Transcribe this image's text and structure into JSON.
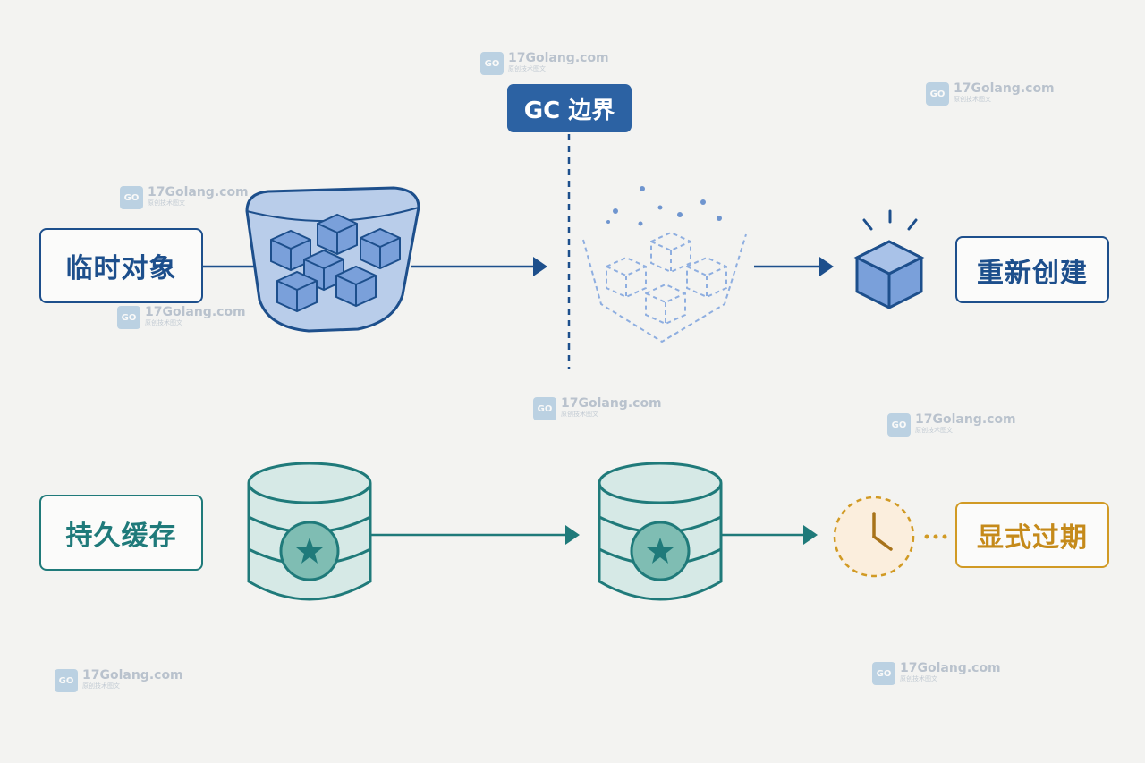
{
  "gc_boundary": {
    "label": "GC 边界"
  },
  "row1": {
    "left_label": "临时对象",
    "right_label": "重新创建"
  },
  "row2": {
    "left_label": "持久缓存",
    "right_label": "显式过期"
  },
  "watermark": {
    "site": "17Golang.com",
    "sub": "原创技术图文"
  },
  "colors": {
    "blue": "#1d4f8c",
    "light_blue": "#8eaee0",
    "teal": "#1f7a7a",
    "amber": "#d19a24",
    "background": "#f3f3f1"
  },
  "icons": [
    "basket-of-cubes-icon",
    "collected-cubes-icon",
    "cube-icon",
    "database-star-icon",
    "clock-icon"
  ]
}
